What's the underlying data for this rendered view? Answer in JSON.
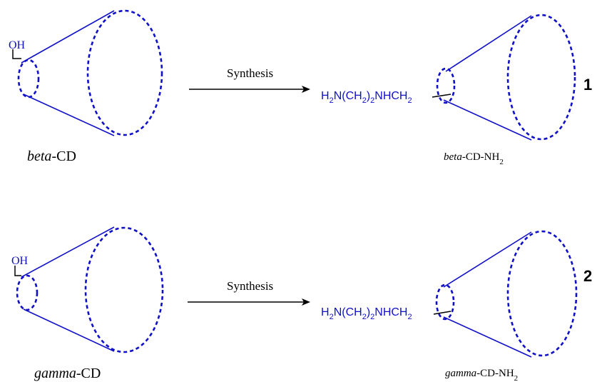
{
  "colors": {
    "cone": "#1010c8",
    "text_blue": "#1010c8",
    "arrow": "#000000"
  },
  "reactions": [
    {
      "number": "1",
      "reactant": {
        "hydroxyl": "OH",
        "name_italic": "beta",
        "name_rest": "-CD"
      },
      "arrow_label": "Synthesis",
      "linker": {
        "p1": "H",
        "s1": "2",
        "p2": "N(CH",
        "s2": "2",
        "p3": ")",
        "s3": "2",
        "p4": "NHCH",
        "s4": "2"
      },
      "product": {
        "name_italic": "beta",
        "name_rest": "-CD-NH",
        "sub": "2"
      }
    },
    {
      "number": "2",
      "reactant": {
        "hydroxyl": "OH",
        "name_italic": "gamma",
        "name_rest": "-CD"
      },
      "arrow_label": "Synthesis",
      "linker": {
        "p1": "H",
        "s1": "2",
        "p2": "N(CH",
        "s2": "2",
        "p3": ")",
        "s3": "2",
        "p4": "NHCH",
        "s4": "2"
      },
      "product": {
        "name_italic": "gamma",
        "name_rest": "-CD-NH",
        "sub": "2"
      }
    }
  ]
}
